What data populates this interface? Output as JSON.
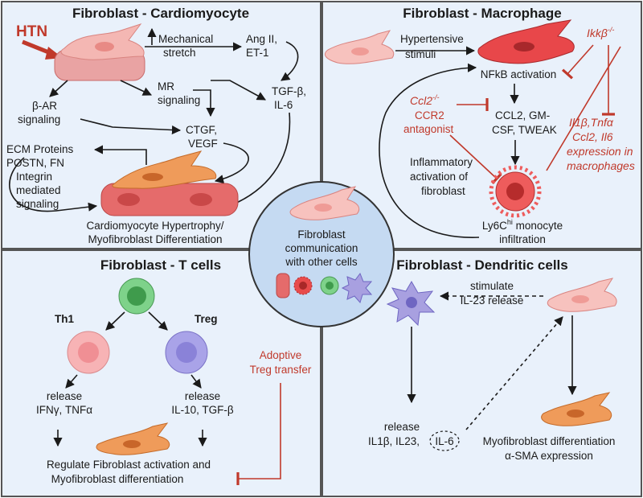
{
  "panels": {
    "fc": {
      "title": "Fibroblast - Cardiomyocyte",
      "htn": "HTN",
      "mech1": "Mechanical",
      "mech2": "stretch",
      "ang1": "Ang II,",
      "ang2": "ET-1",
      "mr1": "MR",
      "mr2": "signaling",
      "bar1": "β-AR",
      "bar2": "signaling",
      "tgf1": "TGF-β,",
      "tgf2": "IL-6",
      "ctgf1": "CTGF,",
      "ctgf2": "VEGF",
      "ecm1": "ECM Proteins",
      "ecm2": "POSTN, FN",
      "ecm3": "Integrin",
      "ecm4": "mediated",
      "ecm5": "signaling",
      "out1": "Cardiomyocyte Hypertrophy/",
      "out2": "Myofibroblast Differentiation"
    },
    "fm": {
      "title": "Fibroblast - Macrophage",
      "hyp1": "Hypertensive",
      "hyp2": "stimuli",
      "nfkb": "NFkB activation",
      "ikkb": "Ikkβ",
      "ikkb_sup": "-/-",
      "ccl2ko": "Ccl2",
      "ccl2ko_sup": "-/-",
      "ccr2a": "CCR2",
      "ccr2b": "antagonist",
      "ccl1": "CCL2, GM-",
      "ccl2": "CSF, TWEAK",
      "il1": "Il1β,Tnfα",
      "il2": "Ccl2, Il6",
      "il3": "expression in",
      "il4": "macrophages",
      "infl1": "Inflammatory",
      "infl2": "activation of",
      "infl3": "fibroblast",
      "ly_a": "Ly6C",
      "ly_sup": "hi",
      "ly_b": " monocyte",
      "ly2": "infiltration"
    },
    "center": {
      "l1": "Fibroblast",
      "l2": "communication",
      "l3": "with other cells"
    },
    "ft": {
      "title": "Fibroblast - T cells",
      "th1": "Th1",
      "treg": "Treg",
      "rel_l1": "release",
      "rel_l2": "IFNγ, TNFα",
      "rel_r1": "release",
      "rel_r2": "IL-10, TGF-β",
      "adopt1": "Adoptive",
      "adopt2": "Treg transfer",
      "reg1": "Regulate Fibroblast activation and",
      "reg2": "Myofibroblast differentiation"
    },
    "fd": {
      "title": "Fibroblast - Dendritic cells",
      "stim1": "stimulate",
      "stim2": "IL-23 release",
      "rel1": "release",
      "rel2": "IL1β, IL23,",
      "il6": "IL-6",
      "myo1": "Myofibroblast differentiation",
      "myo2": "α-SMA expression"
    }
  },
  "colors": {
    "panel_bg": "#e9f1fb",
    "border": "#555555",
    "inhibit_red": "#c0392b",
    "fibroblast": "#f4a6a2",
    "myofibroblast": "#e8893c",
    "cardiomyocyte": "#e56b6b",
    "th1": "#f7b3b5",
    "treg": "#a9a3e8",
    "tcell": "#7ed28a",
    "dendritic": "#a8a0e0",
    "monocyte": "#e84b4b"
  }
}
